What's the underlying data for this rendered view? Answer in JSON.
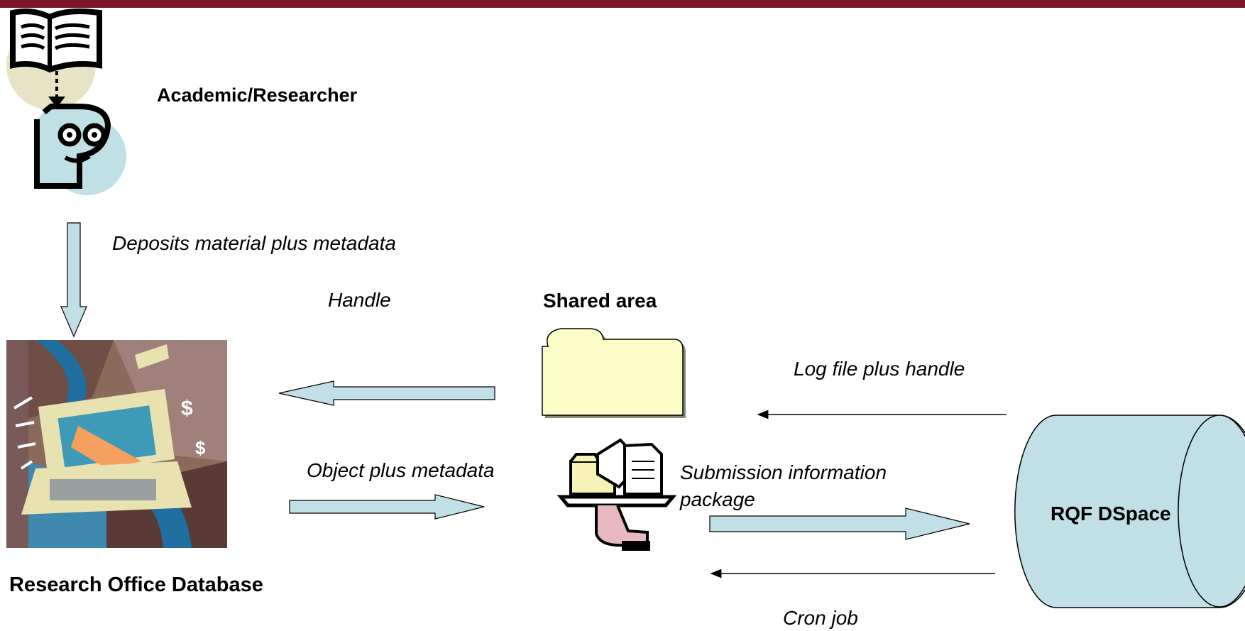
{
  "colors": {
    "top_bar": "#7b1728",
    "arrow_fill": "#c1dfe6",
    "cylinder_fill": "#c1dfe6",
    "folder_fill": "#fcfcc6",
    "researcher_circle": "#e7e4c6",
    "researcher_face_circle": "#bfe0e4"
  },
  "labels": {
    "researcher": "Academic/Researcher",
    "deposits": "Deposits material plus metadata",
    "handle": "Handle",
    "shared_area": "Shared area",
    "log_file": "Log file plus handle",
    "object_metadata": "Object plus metadata",
    "sip": "Submission information package",
    "research_office": "Research Office Database",
    "rqf_dspace": "RQF DSpace",
    "cron_job": "Cron job"
  },
  "icons": [
    "book-reader-icon",
    "research-office-clipart-icon",
    "folder-icon",
    "documents-tray-icon",
    "database-cylinder-icon"
  ]
}
